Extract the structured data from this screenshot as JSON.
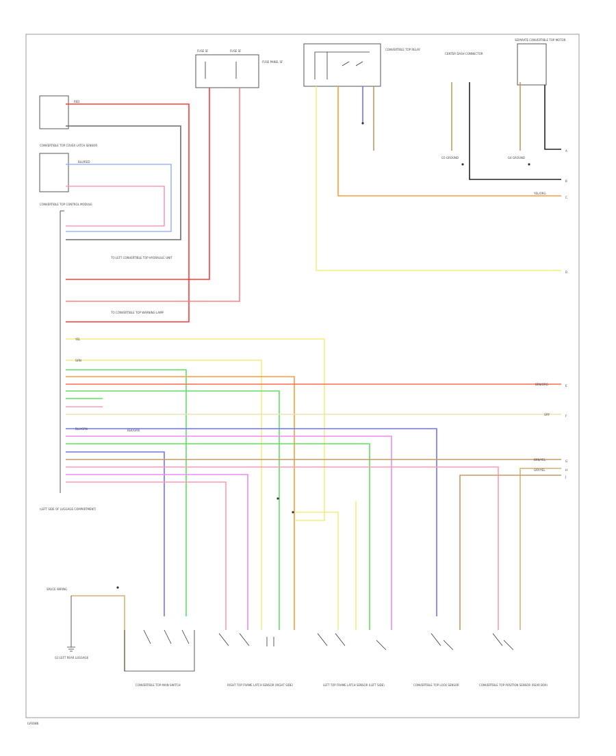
{
  "diagram": {
    "footer_code": "LV0086",
    "components": {
      "top_fuse_a": "FUSE SF",
      "top_fuse_b": "FUSE SF",
      "top_fuse_label": "FUSE PANEL SF",
      "top_relay": "CONVERTIBLE TOP RELAY",
      "top_right_a": "CENTER DASH CONNECTOR",
      "top_right_b": "SEPARATE CONVERTIBLE TOP MOTOR",
      "left_module": "CONVERTIBLE TOP CONTROL MODULE",
      "left_module_sub": "(LEFT SIDE OF LUGGAGE COMPARTMENT)",
      "left_upper_box": "CONVERTIBLE TOP COVER LATCH SENSOR",
      "note_a": "TO LEFT CONVERTIBLE TOP HYDRAULIC UNIT",
      "note_b": "TO CONVERTIBLE TOP WARNING LAMP",
      "note_c": "BLK/GRN",
      "ground_a": "G5 GROUND",
      "ground_b": "G4 GROUND",
      "bottom_left_ground": "G2 LEFT REAR LUGGAGE",
      "bottom_ground_label": "SPLICE WIRING",
      "bottom_1": "CONVERTIBLE TOP MAIN SWITCH",
      "bottom_2": "RIGHT TOP FRAME LATCH SENSOR (RIGHT SIDE)",
      "bottom_3": "LEFT TOP FRAME LATCH SENSOR (LEFT SIDE)",
      "bottom_4": "CONVERTIBLE TOP LOCK SENSOR",
      "bottom_5": "CONVERTIBLE TOP POSITION SENSOR (REAR BOX)"
    },
    "wire_labels": {
      "red": "RED",
      "blu_red": "BLU/RED",
      "grn": "GRN",
      "yel": "YEL",
      "brn_org": "BRN/ORG",
      "gry": "GRY",
      "yel_org": "YEL/ORG",
      "blu_grn": "BLU/GRN",
      "brn_yel": "BRN/YEL",
      "gry_yel": "GRY/YEL"
    },
    "connector_refs": [
      "A",
      "B",
      "C",
      "D",
      "E",
      "F",
      "G",
      "H",
      "J"
    ],
    "colors": {
      "red": "#ff3a3a",
      "pink": "#ff9ab5",
      "orange": "#ff9b3d",
      "yellow": "#f2ee7a",
      "green": "#5ee05e",
      "blue": "#6e72ff",
      "magenta": "#e98cf0",
      "tan": "#d8b070",
      "brown": "#c59a63",
      "gray": "#6a6a6a",
      "black": "#222222",
      "lightblue": "#9fb4ff"
    }
  }
}
